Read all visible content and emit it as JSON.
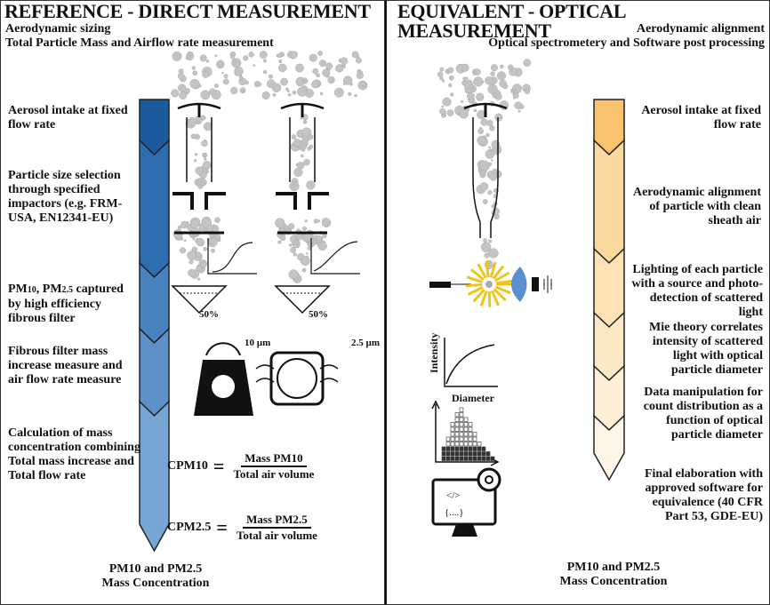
{
  "left": {
    "title": "REFERENCE - DIRECT MEASUREMENT",
    "subtitle1": "Aerodynamic sizing",
    "subtitle2": "Total Particle Mass and Airflow rate measurement",
    "steps": [
      "Aerosol intake at fixed flow rate",
      "Particle size selection through specified impactors (e.g. FRM-USA, EN12341-EU)",
      "PM10, PM2.5 captured by high efficiency fibrous filter",
      "Fibrous filter mass increase measure and air flow rate measure",
      "Calculation of mass concentration combining Total mass increase and Total flow rate"
    ],
    "curve1": {
      "label": "50%",
      "axis": "10  µm"
    },
    "curve2": {
      "label": "50%",
      "axis": "2.5  µm"
    },
    "formula1": {
      "lhs": "CPM10",
      "num": "Mass PM10",
      "den": "Total air volume"
    },
    "formula2": {
      "lhs": "CPM2.5",
      "num": "Mass PM2.5",
      "den": "Total  air volume"
    },
    "result1": "PM10 and PM2.5",
    "result2": "Mass Concentration",
    "colors": [
      "#1c5a9e",
      "#2d6db0",
      "#4a82bf",
      "#5e91c8",
      "#77a6d4"
    ]
  },
  "right": {
    "title": "EQUIVALENT - OPTICAL MEASUREMENT",
    "subtitle1": "Aerodynamic alignment",
    "subtitle2": "Optical spectrometery and Software post processing",
    "steps": [
      "Aerosol intake at fixed flow rate",
      "Aerodynamic alignment of particle with clean sheath air",
      "Lighting of each particle with a source and  photo-detection of scattered light",
      "Mie theory correlates intensity of scattered light with optical particle diameter",
      "Data manipulation for count distribution as a function of optical particle diameter",
      "Final elaboration with approved software for equivalence (40 CFR Part 53, GDE-EU)"
    ],
    "graph": {
      "ylabel": "Intensity",
      "xlabel": "Diameter"
    },
    "code_icon": {
      "tag": "</>",
      "braces": "{....}"
    },
    "result1": "PM10 and PM2.5",
    "result2": "Mass Concentration",
    "colors": [
      "#f9c26e",
      "#fbd89e",
      "#fce2b5",
      "#fde8c6",
      "#fdeed6",
      "#fef5e8"
    ]
  }
}
